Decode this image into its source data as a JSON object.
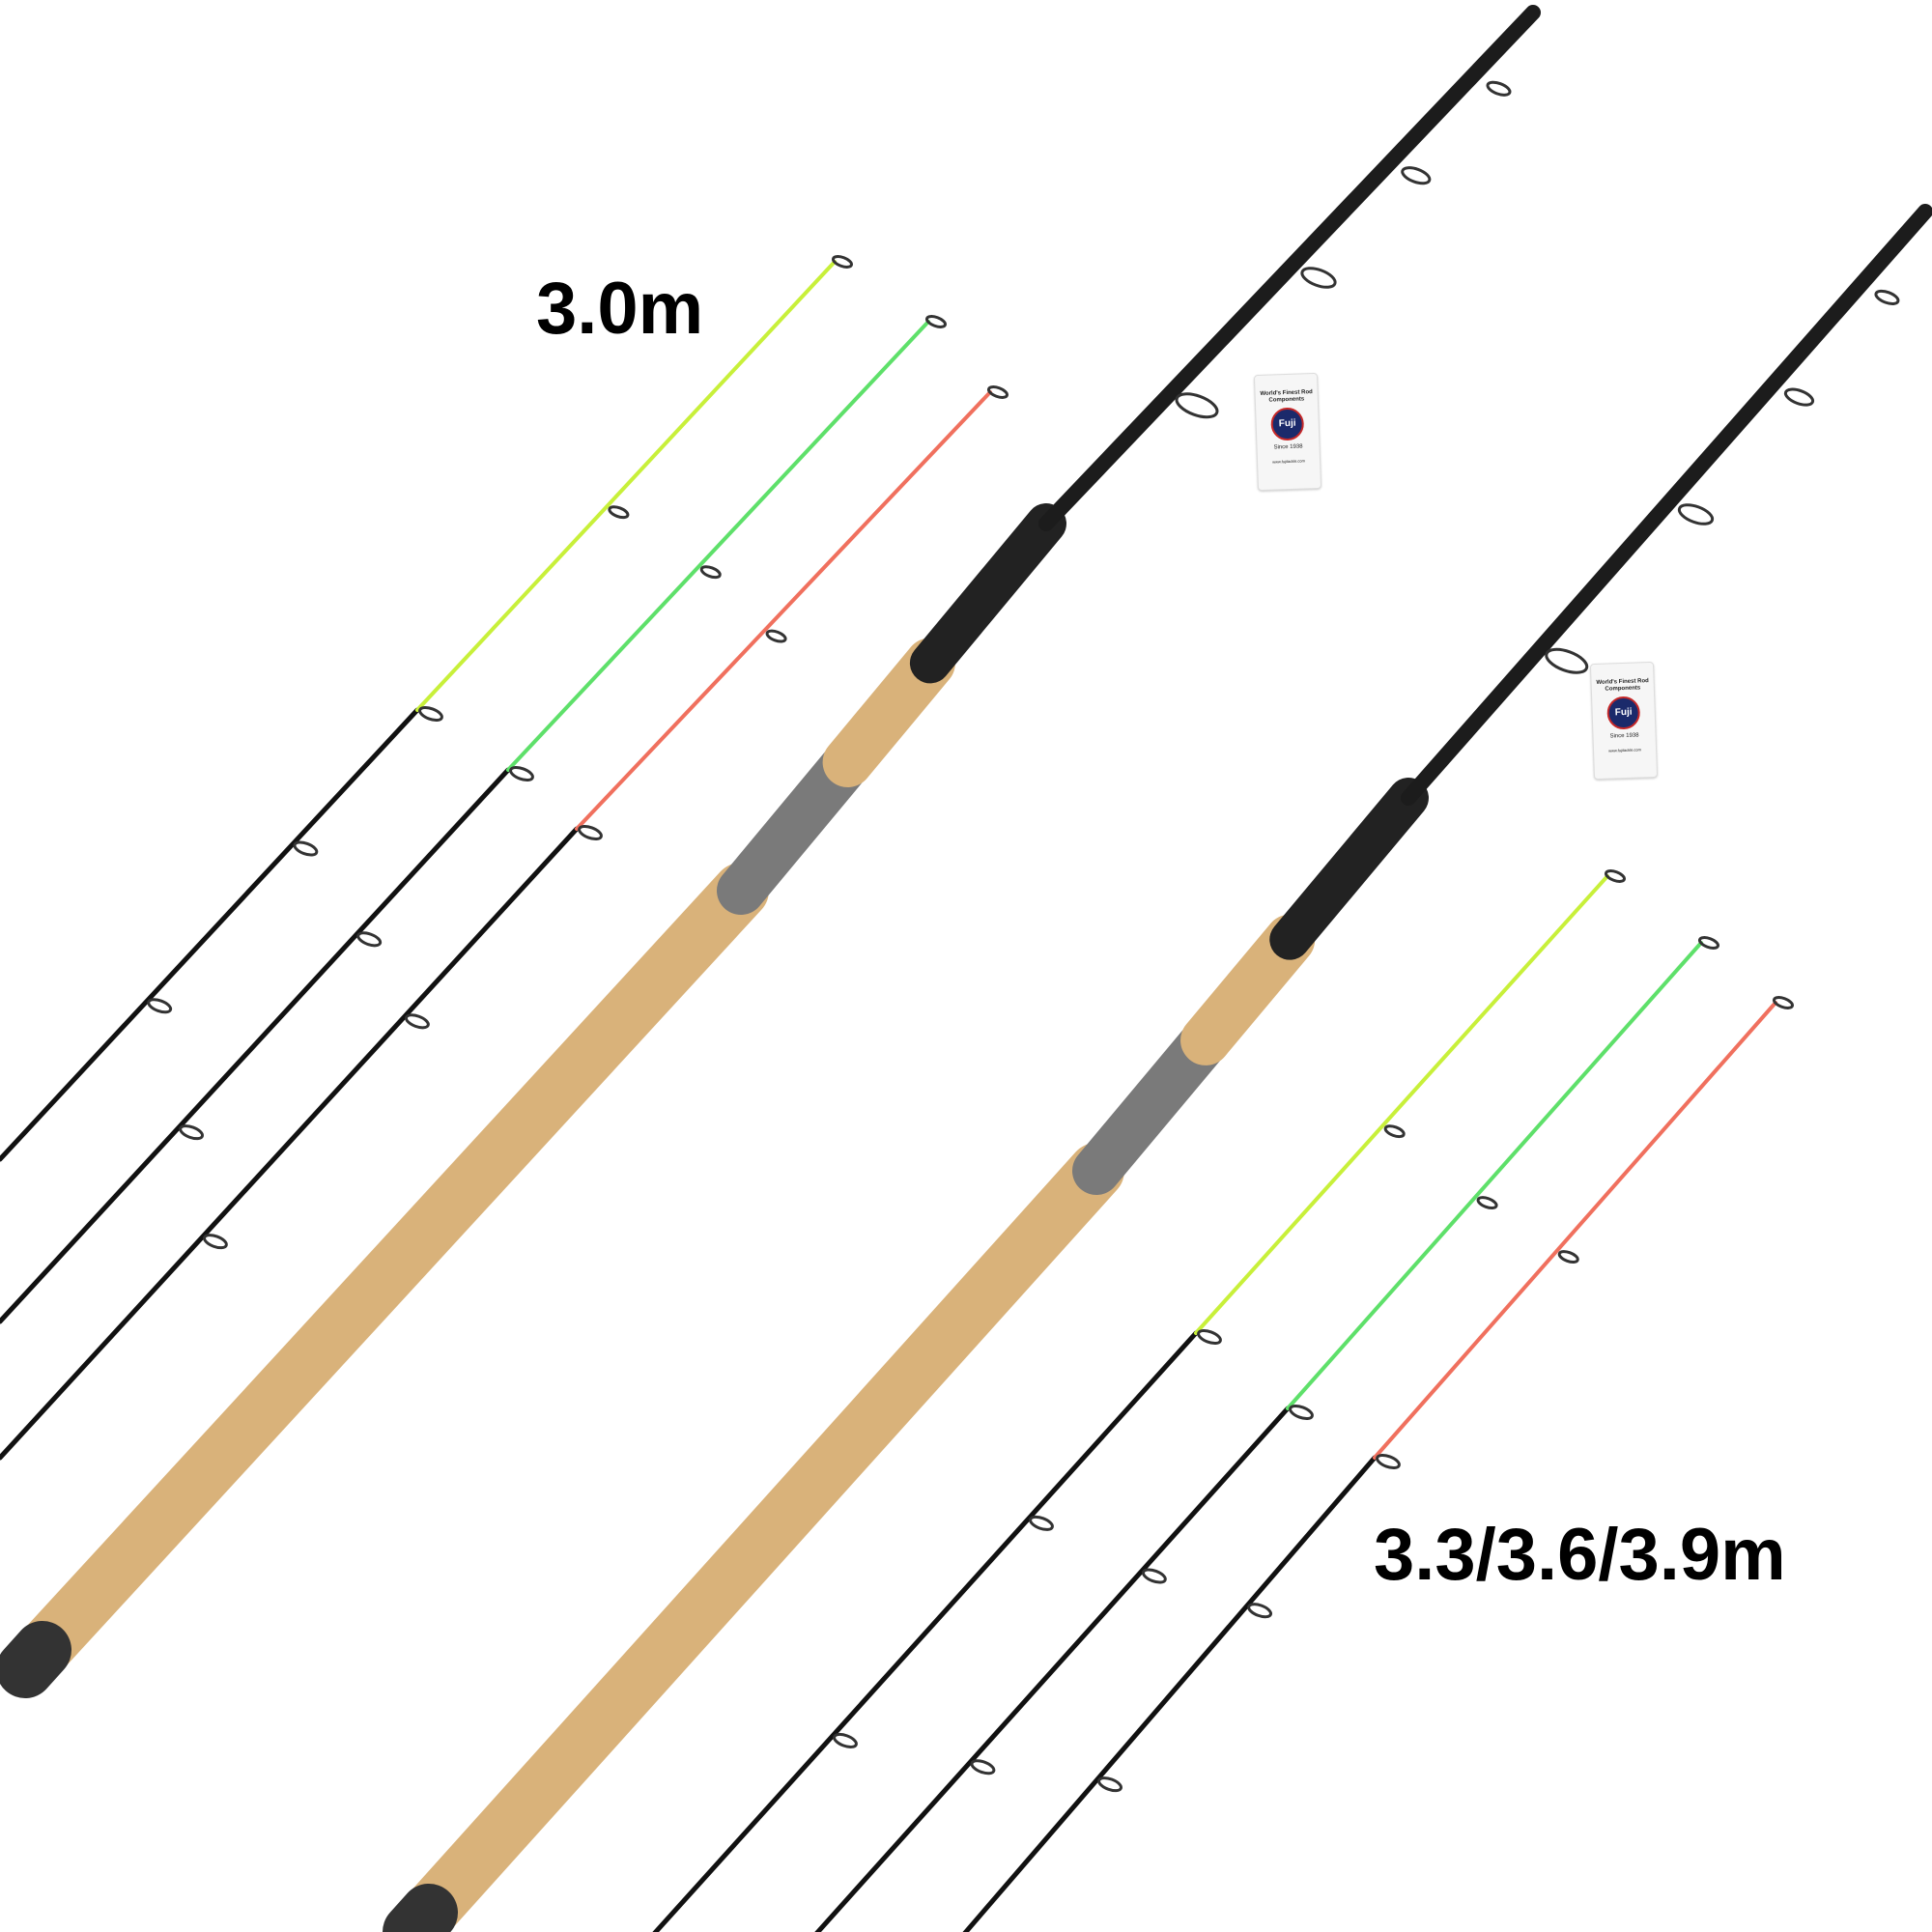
{
  "labels": {
    "short_length": "3.0m",
    "long_lengths": "3.3/3.6/3.9m"
  },
  "tag": {
    "headline": "World's Finest Rod Components",
    "logo": "Fuji",
    "since": "Since 1938",
    "url": "www.fujitackle.com"
  },
  "colors": {
    "cork": "#d9b27a",
    "blank": "#1c1c1c",
    "reel_seat": "#7a7a7a",
    "tip_yellow": "#c8f03a",
    "tip_green": "#5ee06a",
    "tip_red": "#f0705e"
  }
}
